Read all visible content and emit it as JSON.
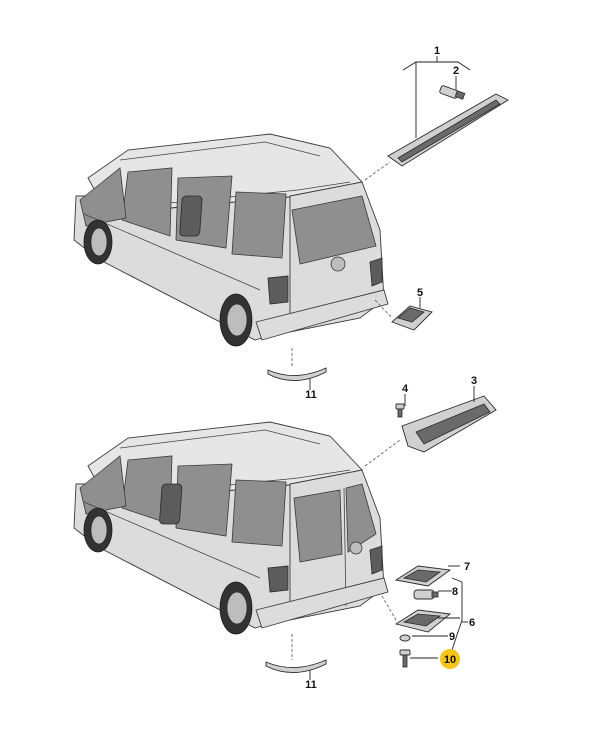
{
  "callouts": {
    "c1": "1",
    "c2": "2",
    "c3": "3",
    "c4": "4",
    "c5": "5",
    "c6": "6",
    "c7": "7",
    "c8": "8",
    "c9": "9",
    "c10": "10",
    "c11_top": "11",
    "c11_bottom": "11"
  },
  "highlight_color": "#f5c518"
}
